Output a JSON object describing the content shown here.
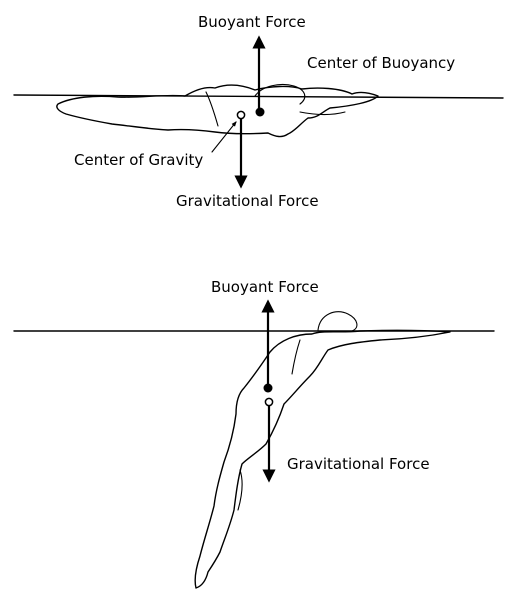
{
  "diagram_top": {
    "buoyant_force_label": "Buoyant Force",
    "center_of_buoyancy_label": "Center of Buoyancy",
    "center_of_gravity_label": "Center of Gravity",
    "gravitational_force_label": "Gravitational Force"
  },
  "diagram_bottom": {
    "buoyant_force_label": "Buoyant Force",
    "gravitational_force_label": "Gravitational Force"
  },
  "colors": {
    "ink": "#000000",
    "background": "#ffffff"
  }
}
